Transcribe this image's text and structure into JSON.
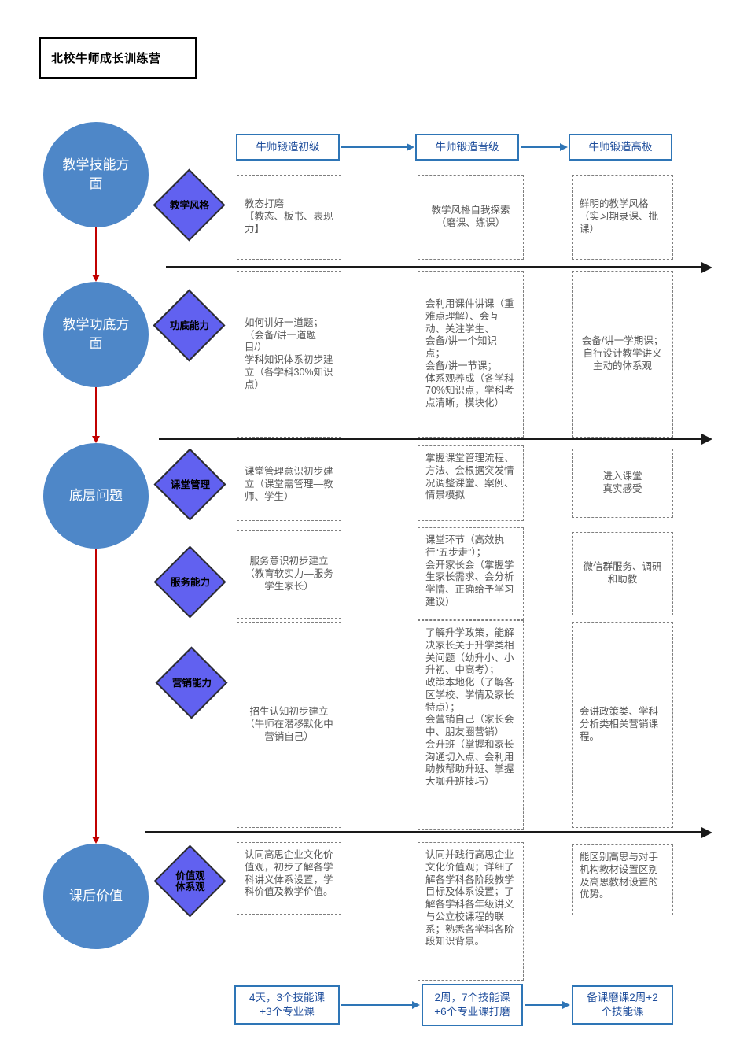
{
  "title": "北校牛师成长训练营",
  "colors": {
    "category_circle": "#4E87C8",
    "skill_diamond": "#6161F0",
    "stage_border": "#2E75B6",
    "stage_text": "#1F4E9C",
    "cell_text": "#595959",
    "timeline": "#1a1a1a",
    "red_connector": "#C00000"
  },
  "stages": [
    {
      "label": "牛师锻造初级"
    },
    {
      "label": "牛师锻造晋级"
    },
    {
      "label": "牛师锻造高极"
    }
  ],
  "categories": [
    {
      "label": "教学技能方面"
    },
    {
      "label": "教学功底方面"
    },
    {
      "label": "底层问题"
    },
    {
      "label": "课后价值"
    }
  ],
  "skills": [
    {
      "label": "教学风格"
    },
    {
      "label": "功底能力"
    },
    {
      "label": "课堂管理"
    },
    {
      "label": "服务能力"
    },
    {
      "label": "营销能力"
    },
    {
      "label": "价值观\n体系观"
    }
  ],
  "matrix": {
    "rows": [
      {
        "skill": "教学风格",
        "cells": [
          {
            "text": "教态打磨\n【教态、板书、表现力】"
          },
          {
            "text": "教学风格自我探索\n（磨课、练课）"
          },
          {
            "text": "鲜明的教学风格\n（实习期录课、批课）"
          }
        ]
      },
      {
        "skill": "功底能力",
        "cells": [
          {
            "text": "如何讲好一道题；\n（会备/讲一道题目/）\n学科知识体系初步建立（各学科30%知识点）"
          },
          {
            "text": "会利用课件讲课（重难点理解）、会互动、关注学生、\n会备/讲一个知识点；\n会备/讲一节课；\n体系观养成（各学科70%知识点，学科考点清晰，模块化）"
          },
          {
            "text": "会备/讲一学期课；\n自行设计教学讲义\n主动的体系观"
          }
        ]
      },
      {
        "skill": "课堂管理",
        "cells": [
          {
            "text": "课堂管理意识初步建立（课堂需管理—教师、学生）"
          },
          {
            "text": "掌握课堂管理流程、方法、会根据突发情况调整课堂、案例、情景模拟"
          },
          {
            "text": "进入课堂\n真实感受"
          }
        ]
      },
      {
        "skill": "服务能力",
        "cells": [
          {
            "text": "服务意识初步建立\n（教育软实力—服务学生家长）"
          },
          {
            "text": "课堂环节（高效执行“五步走”）；\n会开家长会（掌握学生家长需求、会分析学情、正确给予学习建议）"
          },
          {
            "text": "微信群服务、调研和助教"
          }
        ]
      },
      {
        "skill": "营销能力",
        "cells": [
          {
            "text": "招生认知初步建立\n（牛师在潜移默化中营销自己）"
          },
          {
            "text": "了解升学政策，能解决家长关于升学类相关问题（幼升小、小升初、中高考）；\n政策本地化（了解各区学校、学情及家长特点）；\n会营销自己（家长会中、朋友圈营销）\n会升班（掌握和家长沟通切入点、会利用助教帮助升班、掌握大咖升班技巧）"
          },
          {
            "text": "会讲政策类、学科分析类相关营销课程。"
          }
        ]
      },
      {
        "skill": "价值观体系观",
        "cells": [
          {
            "text": "认同高思企业文化价值观，初步了解各学科讲义体系设置，学科价值及教学价值。"
          },
          {
            "text": "认同并践行高思企业文化价值观；详细了解各学科各阶段教学目标及体系设置；了解各学科各年级讲义与公立校课程的联系；熟悉各学科各阶段知识背景。"
          },
          {
            "text": "能区别高思与对手机构教材设置区别及高思教材设置的优势。"
          }
        ]
      }
    ]
  },
  "footer": {
    "stages": [
      {
        "label": "4天，3个技能课\n+3个专业课"
      },
      {
        "label": "2周，7个技能课\n+6个专业课打磨"
      },
      {
        "label": "备课磨课2周+2\n个技能课"
      }
    ]
  }
}
